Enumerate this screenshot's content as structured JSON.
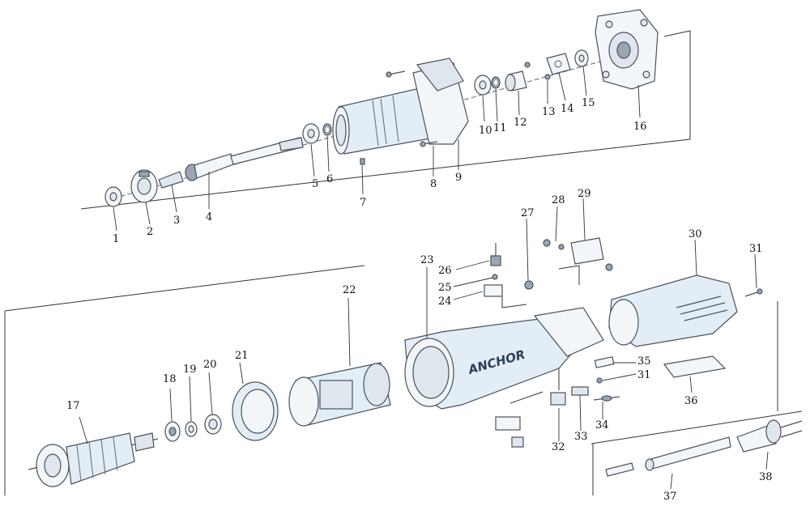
{
  "diagram": {
    "brand_text": "ANCHOR",
    "part_numbers": [
      "1",
      "2",
      "3",
      "4",
      "5",
      "6",
      "7",
      "8",
      "9",
      "10",
      "11",
      "12",
      "13",
      "14",
      "15",
      "16",
      "17",
      "18",
      "19",
      "20",
      "21",
      "22",
      "23",
      "24",
      "25",
      "26",
      "27",
      "28",
      "29",
      "30",
      "31",
      "31",
      "32",
      "33",
      "34",
      "35",
      "36",
      "37",
      "38"
    ]
  }
}
